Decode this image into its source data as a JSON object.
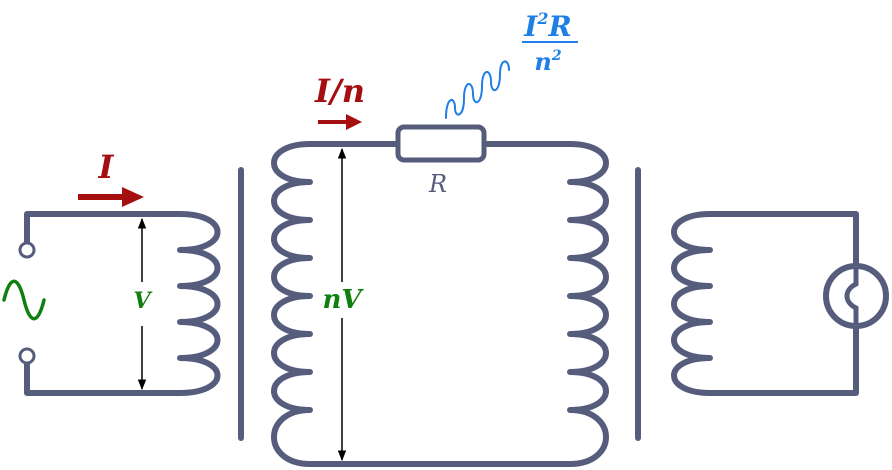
{
  "colors": {
    "wire": "#565d7c",
    "current": "#a50f0f",
    "voltage": "#0f7f0f",
    "heat": "#1e7fe6",
    "label": "#565d7c",
    "arrow": "#000000"
  },
  "labels": {
    "input_current": "I",
    "input_voltage": "V",
    "line_current": "I/n",
    "line_voltage": "nV",
    "resistor": "R",
    "heat_numerator_base": "I",
    "heat_numerator_exp": "2",
    "heat_numerator_rest": "R",
    "heat_denominator_base": "n",
    "heat_denominator_exp": "2"
  },
  "icons": {
    "source": "ac-source-icon",
    "load": "lamp-icon"
  }
}
